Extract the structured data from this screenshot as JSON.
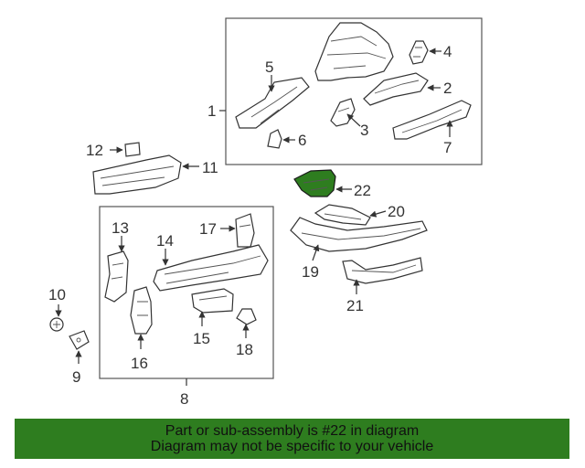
{
  "diagram": {
    "highlight_color": "#2e7d1f",
    "callouts": {
      "c1": "1",
      "c2": "2",
      "c3": "3",
      "c4": "4",
      "c5": "5",
      "c6": "6",
      "c7": "7",
      "c8": "8",
      "c9": "9",
      "c10": "10",
      "c11": "11",
      "c12": "12",
      "c13": "13",
      "c14": "14",
      "c15": "15",
      "c16": "16",
      "c17": "17",
      "c18": "18",
      "c19": "19",
      "c20": "20",
      "c21": "21",
      "c22": "22"
    }
  },
  "banner": {
    "line1": "Part or sub-assembly is #22 in diagram",
    "line2": "Diagram may not be specific to your vehicle",
    "background": "#2e7d1f"
  }
}
